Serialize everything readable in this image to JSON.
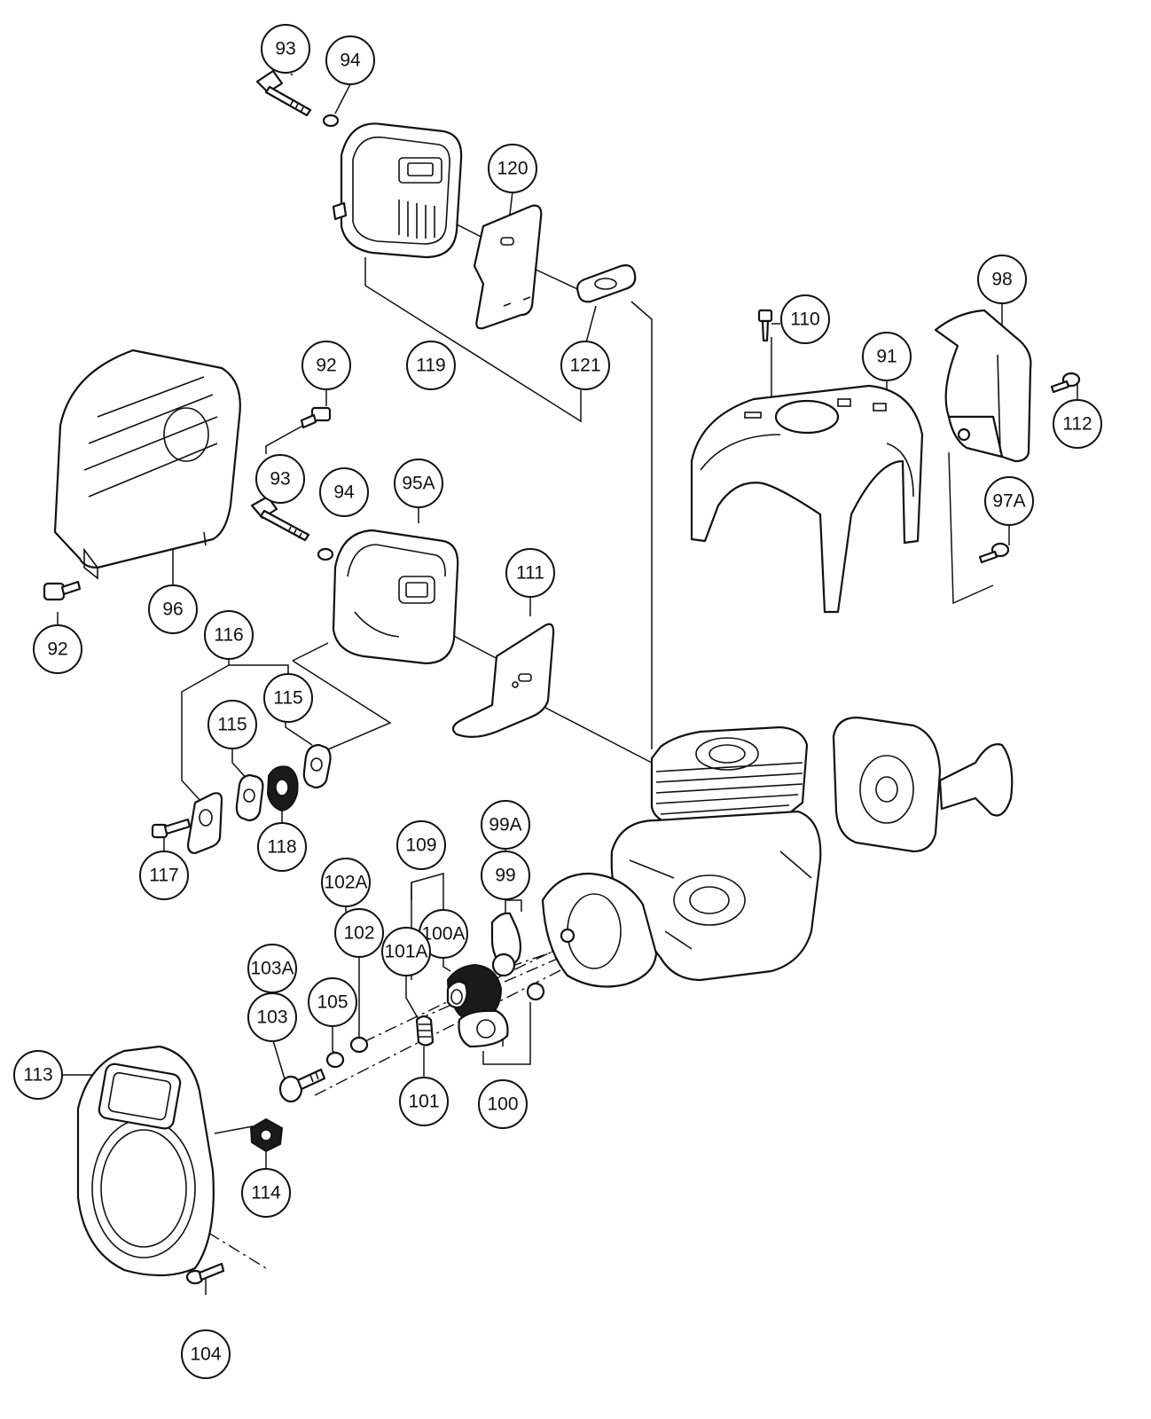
{
  "callouts": {
    "c93a": "93",
    "c94a": "94",
    "c120": "120",
    "c119": "119",
    "c121": "121",
    "c98": "98",
    "c110": "110",
    "c91": "91",
    "c112": "112",
    "c97a": "97A",
    "c92a": "92",
    "c93b": "93",
    "c94b": "94",
    "c95a": "95A",
    "c96": "96",
    "c92b": "92",
    "c111": "111",
    "c116": "116",
    "c115a": "115",
    "c115b": "115",
    "c118": "118",
    "c117": "117",
    "c109": "109",
    "c99a": "99A",
    "c99": "99",
    "c102a": "102A",
    "c100a": "100A",
    "c102": "102",
    "c101a": "101A",
    "c103a": "103A",
    "c103": "103",
    "c105": "105",
    "c113": "113",
    "c101": "101",
    "c100": "100",
    "c114": "114",
    "c104": "104"
  },
  "colors": {
    "line": "#111111",
    "background": "#ffffff"
  }
}
